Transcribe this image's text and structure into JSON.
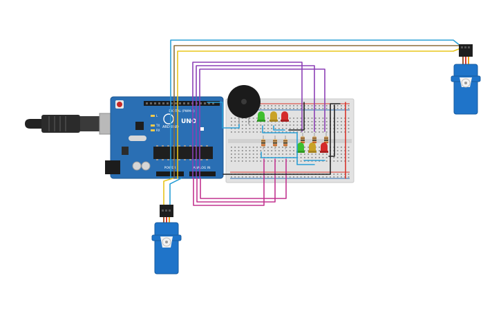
{
  "board": {
    "logo_text": "ARDUINO",
    "model_text": "UNO",
    "digital_label": "DIGITAL (PWM~)",
    "analog_label": "ANALOG IN",
    "power_label": "POWER",
    "tx_label": "TX",
    "rx_label": "RX",
    "l_label": "L"
  },
  "colors": {
    "board": "#2a6fb4",
    "wire_blue": "#2a9fd6",
    "wire_yellow": "#e8c51a",
    "wire_brown": "#8a6d3b",
    "wire_purple": "#8c3fb5",
    "wire_magenta": "#c2338f",
    "wire_black": "#222222",
    "wire_red": "#d9342b",
    "servo": "#1f74c9",
    "led_green": "#3fbf2f",
    "led_yellow": "#c9a227",
    "led_red": "#d42a2a"
  },
  "components": {
    "servo_count": 2,
    "led_count": 6,
    "resistor_count": 6,
    "buzzer_count": 1
  }
}
